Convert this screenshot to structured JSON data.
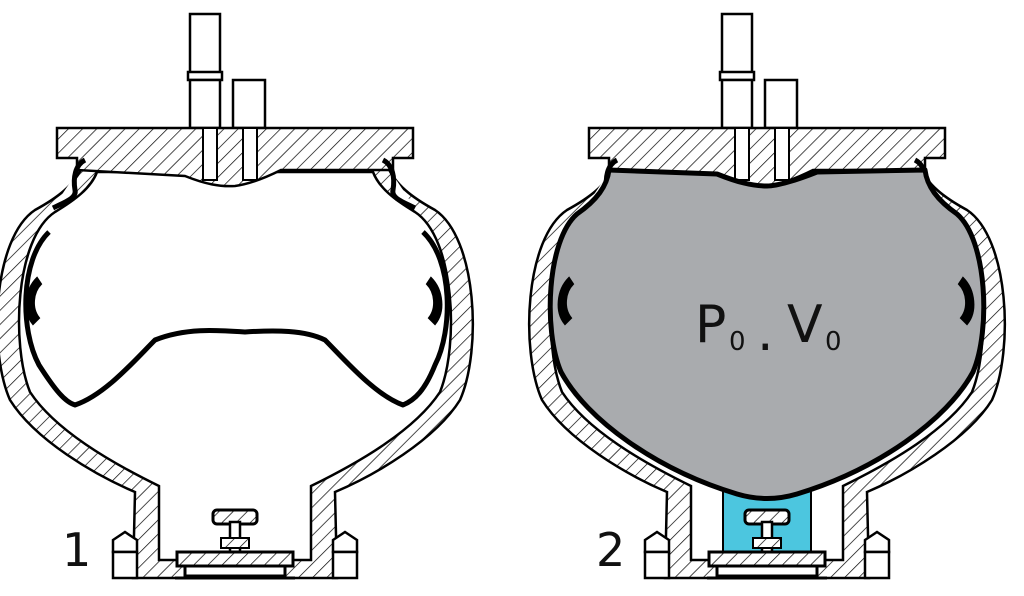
{
  "colors": {
    "outline": "#000000",
    "hatch": "#000000",
    "gas_fill": "#a9abae",
    "fluid_fill": "#4cc6df",
    "background": "#ffffff"
  },
  "figures": [
    {
      "number": "1",
      "state": "bladder-collapsed"
    },
    {
      "number": "2",
      "state": "precharged",
      "formula": {
        "p": "P",
        "p_sub": "0",
        "dot": ".",
        "v": "V",
        "v_sub": "0"
      }
    }
  ]
}
